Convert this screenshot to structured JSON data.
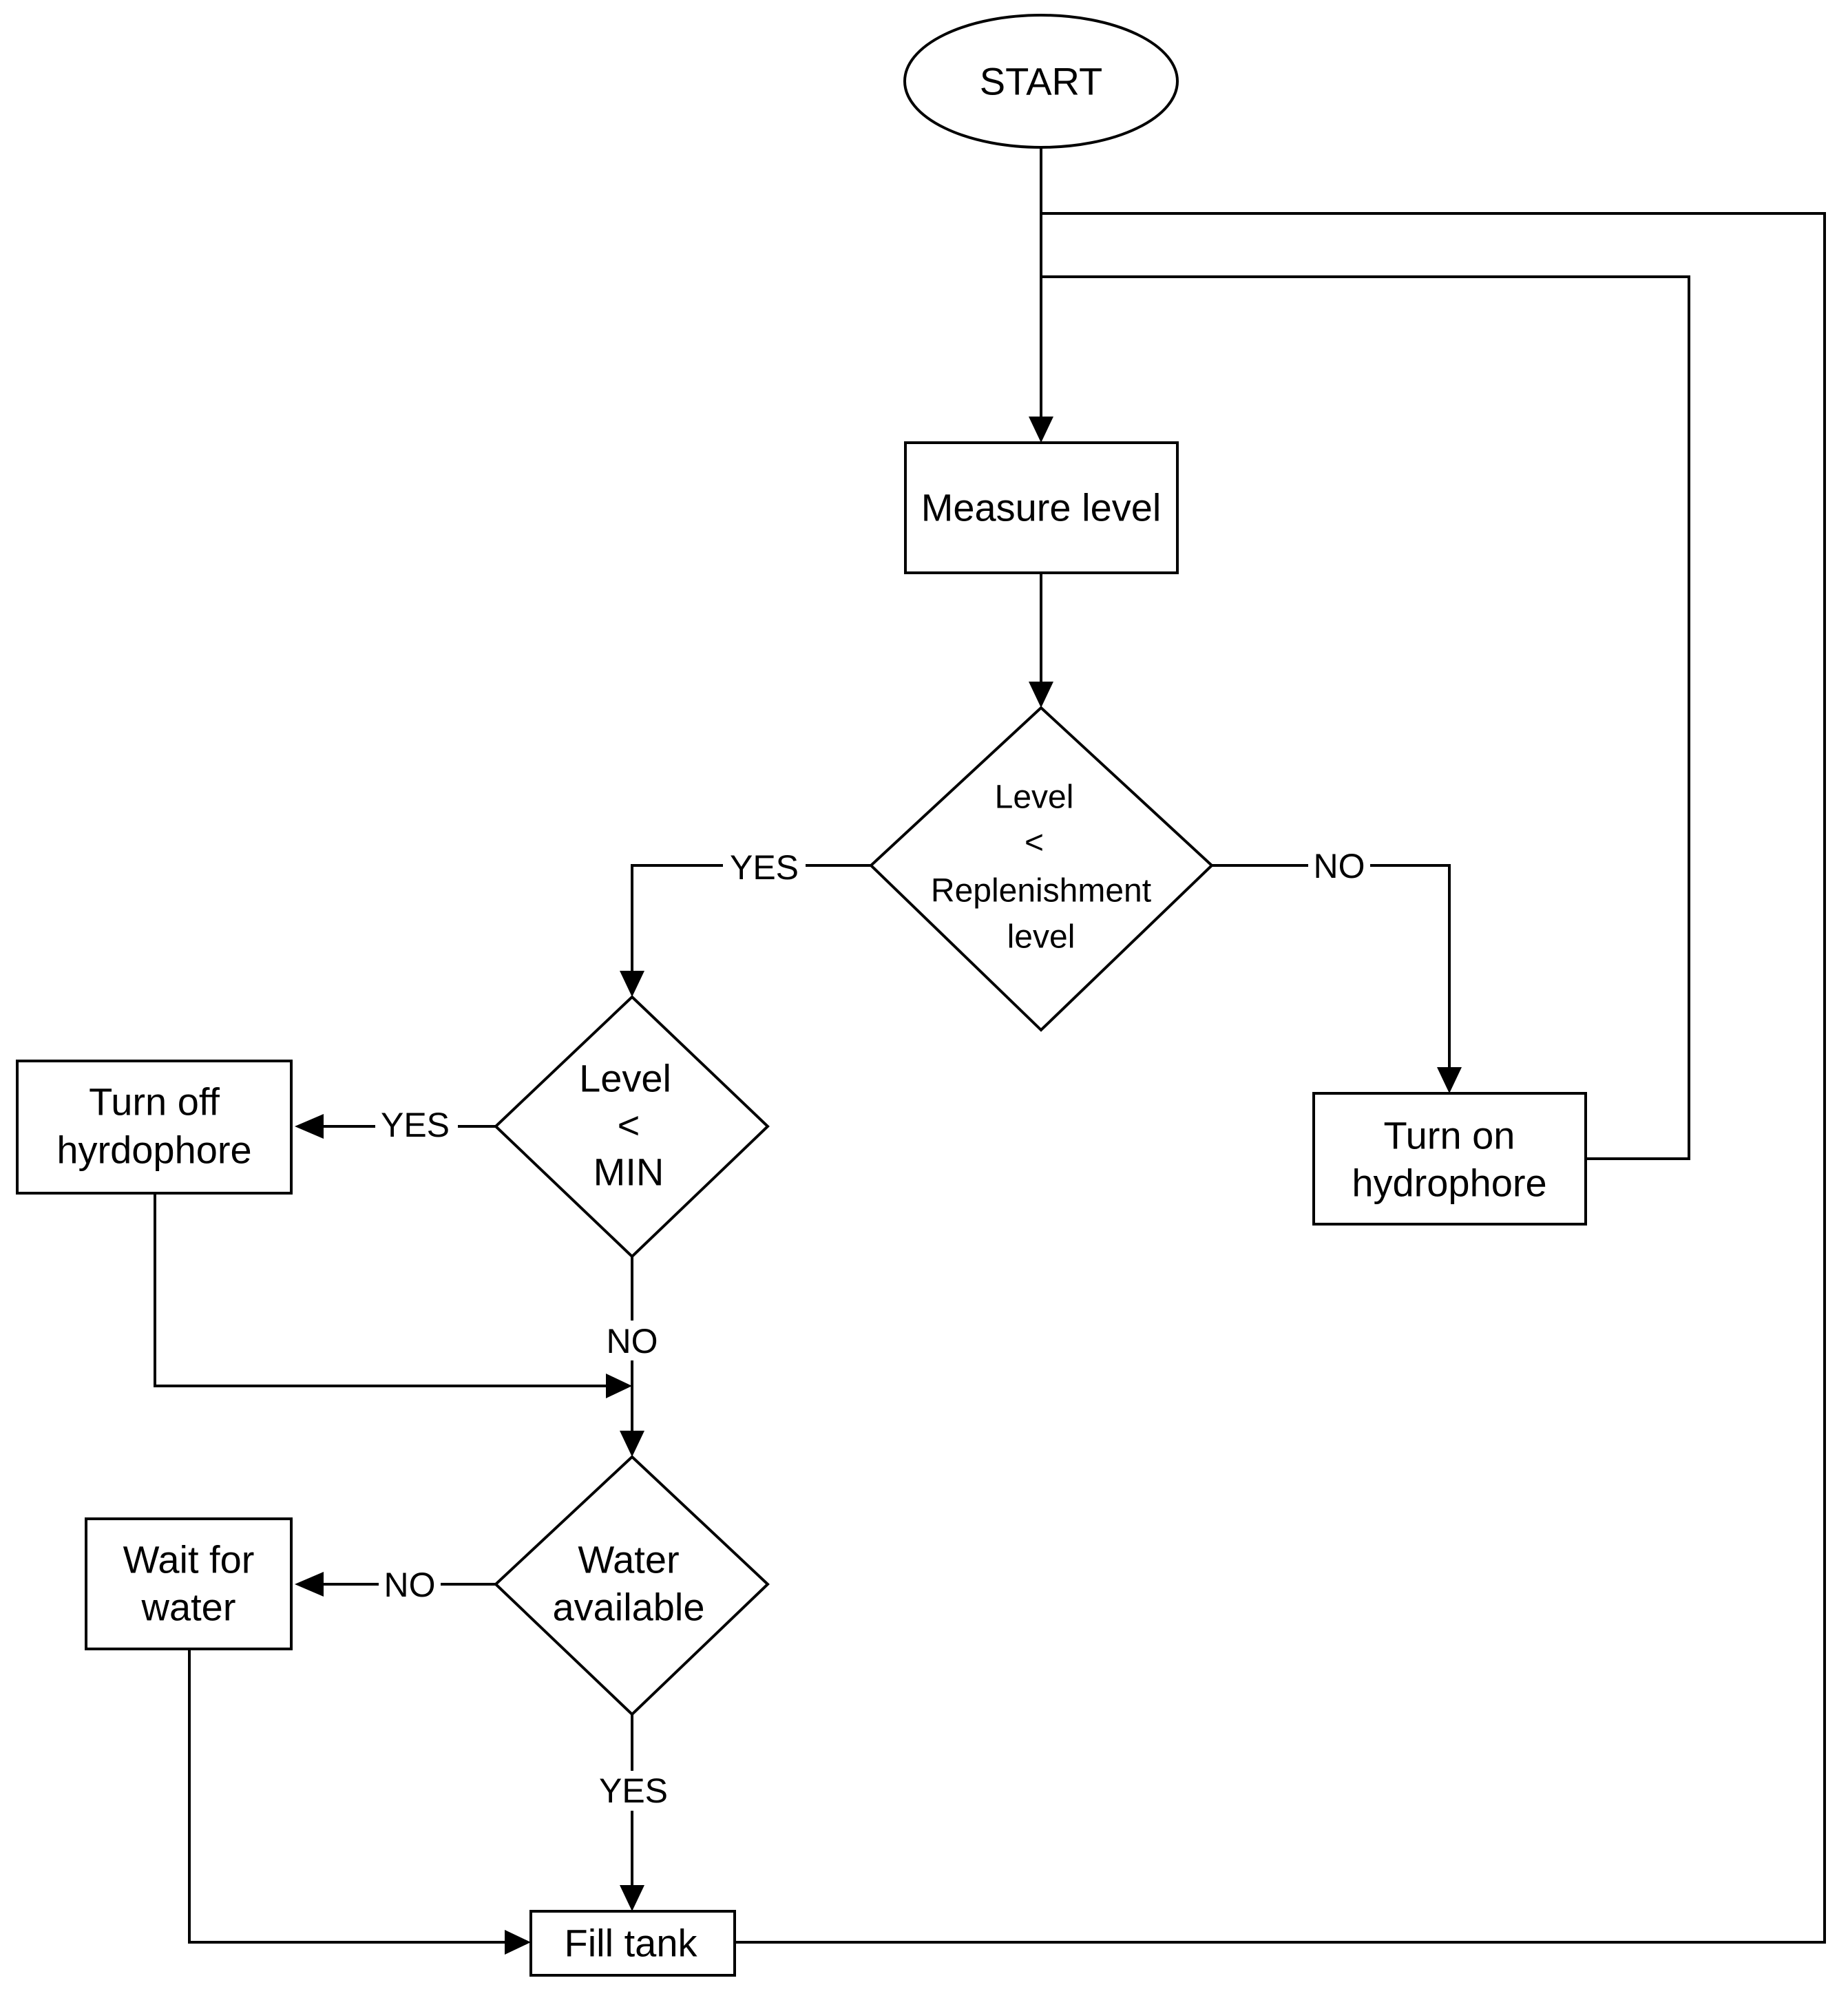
{
  "nodes": {
    "start": {
      "text": "START"
    },
    "measure": {
      "text": "Measure level"
    },
    "cond_replenish": {
      "line1": "Level",
      "line2": "<",
      "line3": "Replenishment",
      "line4": "level"
    },
    "turn_on": {
      "line1": "Turn on",
      "line2": "hydrophore"
    },
    "cond_min": {
      "line1": "Level",
      "line2": "<",
      "line3": "MIN"
    },
    "turn_off": {
      "line1": "Turn off",
      "line2": "hyrdophore"
    },
    "water_available": {
      "line1": "Water",
      "line2": "available"
    },
    "wait": {
      "line1": "Wait for",
      "line2": "water"
    },
    "fill": {
      "text": "Fill tank"
    }
  },
  "edges": {
    "replenish_yes": "YES",
    "replenish_no": "NO",
    "min_yes": "YES",
    "min_no": "NO",
    "water_no": "NO",
    "water_yes": "YES"
  }
}
